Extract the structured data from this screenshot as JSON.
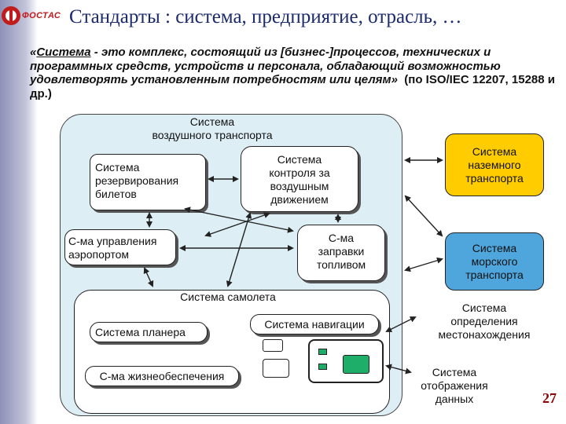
{
  "logo": {
    "text": "ФОСТАС"
  },
  "title": "Стандарты : система, предприятие, отрасль, …",
  "definition": {
    "quote_open": "«",
    "term": "Система",
    "body": " - это комплекс, состоящий из [бизнес-]процессов, технических и программных средств, устройств и персонала, обладающий возможностью удовлетворять установленным потребностям или целям»",
    "ref": "(по ISO/IEC 12207, 15288 и др.)"
  },
  "diagram": {
    "air_transport": "Система\nвоздушного транспорта",
    "booking": "Система\nрезервирования\nбилетов",
    "atc": "Система\nконтроля за\nвоздушным\nдвижением",
    "airport": "С-ма управления\nаэропортом",
    "fuel": "С-ма\nзаправки\nтопливом",
    "aircraft": "Система  самолета",
    "airframe": "Система планера",
    "navigation": "Система навигации",
    "life_support": "С-ма жизнеобеспечения",
    "ground": "Система\nназемного\nтранспорта",
    "sea": "Система\nморского\nтранспорта",
    "positioning": "Система\nопределения\nместонахождения",
    "display": "Система\nотображения\nданных"
  },
  "colors": {
    "title": "#1a2a6c",
    "container": "#ddeef5",
    "ground": "#ffcc00",
    "sea": "#4ea6dd",
    "screen_green": "#1fae6a"
  },
  "page_number": "27"
}
